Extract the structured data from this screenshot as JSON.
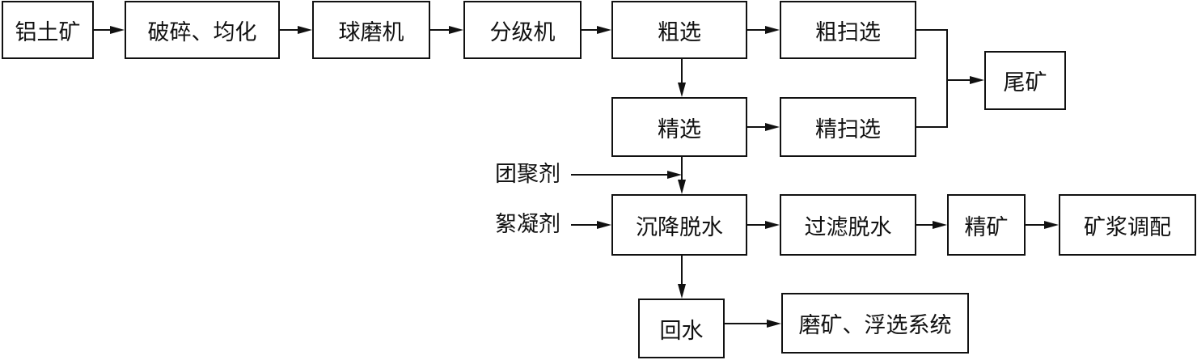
{
  "nodes": {
    "bauxite": "铝土矿",
    "crush_homogenize": "破碎、均化",
    "ball_mill": "球磨机",
    "classifier": "分级机",
    "rougher": "粗选",
    "rougher_scavenger": "粗扫选",
    "tailings": "尾矿",
    "cleaner": "精选",
    "cleaner_scavenger": "精扫选",
    "settling_dewater": "沉降脱水",
    "filter_dewater": "过滤脱水",
    "concentrate": "精矿",
    "slurry_prep": "矿浆调配",
    "return_water": "回水",
    "grind_float_system": "磨矿、浮选系统"
  },
  "inputs": {
    "agglomerant": "团聚剂",
    "flocculant": "絮凝剂"
  },
  "colors": {
    "line": "#111111",
    "background": "#ffffff"
  }
}
